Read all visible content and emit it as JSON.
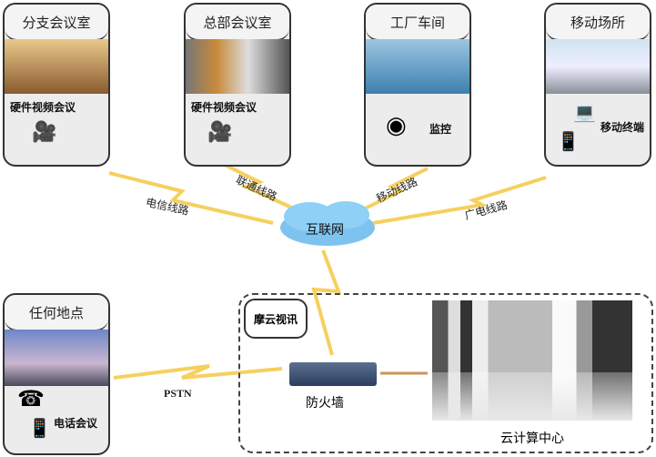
{
  "sites": [
    {
      "title": "分支会议室",
      "device": "硬件视频会议"
    },
    {
      "title": "总部会议室",
      "device": "硬件视频会议"
    },
    {
      "title": "工厂车间",
      "device": "监控"
    },
    {
      "title": "移动场所",
      "device": "移动终端"
    }
  ],
  "links": [
    "电信线路",
    "联通线路",
    "移动线路",
    "广电线路"
  ],
  "cloud": "互联网",
  "anywhere": {
    "title": "任何地点",
    "device": "电话会议"
  },
  "pstn": "PSTN",
  "brand": "摩云视讯",
  "firewall": "防火墙",
  "datacenter": "云计算中心"
}
